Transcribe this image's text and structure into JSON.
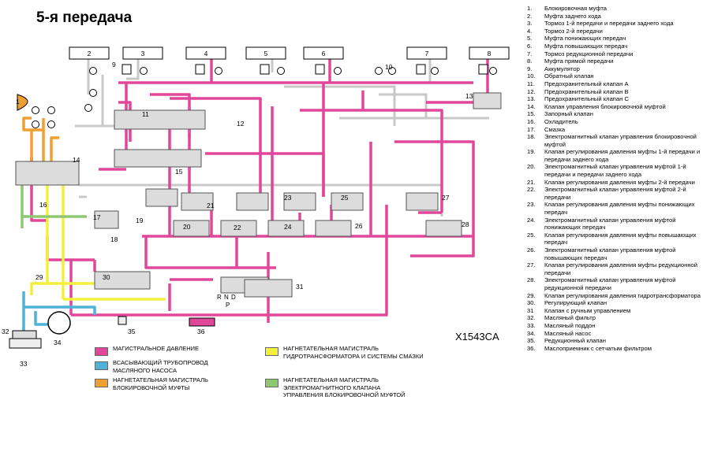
{
  "title": "5-я передача",
  "diagram_code": "X1543CA",
  "colors": {
    "main_pressure": "#e0479a",
    "suction": "#4fb3d9",
    "lockup_clutch": "#f0a030",
    "torque_lube": "#f2f03c",
    "solenoid_lockup": "#8ec870",
    "neutral": "#c8c8c8"
  },
  "box_labels": [
    "2",
    "3",
    "4",
    "5",
    "6",
    "7",
    "8"
  ],
  "diagram_numbers": [
    "1",
    "9",
    "10",
    "11",
    "12",
    "13",
    "14",
    "15",
    "16",
    "17",
    "18",
    "19",
    "20",
    "21",
    "22",
    "23",
    "24",
    "25",
    "26",
    "27",
    "28",
    "29",
    "30",
    "31",
    "32",
    "33",
    "34",
    "35",
    "36"
  ],
  "valve_positions": [
    "R",
    "N",
    "D",
    "P"
  ],
  "legend": [
    {
      "label": "МАГИСТРАЛЬНОЕ ДАВЛЕНИЕ",
      "color": "#e0479a"
    },
    {
      "label": "ВСАСЫВАЮЩИЙ ТРУБОПРОВОД\nМАСЛЯНОГО НАСОСА",
      "color": "#4fb3d9"
    },
    {
      "label": "НАГНЕТАТЕЛЬНАЯ МАГИСТРАЛЬ\nБЛОКИРОВОЧНОЙ МУФТЫ",
      "color": "#f0a030"
    },
    {
      "label": "НАГНЕТАТЕЛЬНАЯ МАГИСТРАЛЬ\nГИДРОТРАНСФОРМАТОРА И СИСТЕМЫ СМАЗКИ",
      "color": "#f2f03c"
    },
    {
      "label": "НАГНЕТАТЕЛЬНАЯ МАГИСТРАЛЬ\nЭЛЕКТРОМАГНИТНОГО КЛАПАНА\nУПРАВЛЕНИЯ БЛОКИРОВОЧНОЙ МУФТОЙ",
      "color": "#8ec870"
    }
  ],
  "parts": [
    {
      "n": "1.",
      "t": "Блокировочная муфта"
    },
    {
      "n": "2.",
      "t": "Муфта заднего хода"
    },
    {
      "n": "3.",
      "t": "Тормоз 1-й передачи и передачи заднего хода"
    },
    {
      "n": "4.",
      "t": "Тормоз 2-й передачи"
    },
    {
      "n": "5.",
      "t": "Муфта понижающих передач"
    },
    {
      "n": "6.",
      "t": "Муфта повышающих передач"
    },
    {
      "n": "7.",
      "t": "Тормоз редукционной передачи"
    },
    {
      "n": "8.",
      "t": "Муфта прямой передачи"
    },
    {
      "n": "9.",
      "t": "Аккумулятор"
    },
    {
      "n": "10.",
      "t": "Обратный клапан"
    },
    {
      "n": "11.",
      "t": "Предохранительный клапан А"
    },
    {
      "n": "12.",
      "t": "Предохранительный клапан В"
    },
    {
      "n": "13.",
      "t": "Предохранительный клапан С"
    },
    {
      "n": "14.",
      "t": "Клапан управления блокировочной муфтой"
    },
    {
      "n": "15.",
      "t": "Запорный клапан"
    },
    {
      "n": "16.",
      "t": "Охладитель"
    },
    {
      "n": "17.",
      "t": "Смазка"
    },
    {
      "n": "18.",
      "t": "Электромагнитный клапан управления блокировочной муфтой"
    },
    {
      "n": "19.",
      "t": "Клапан регулирования давления муфты 1-й передачи и передачи заднего хода"
    },
    {
      "n": "20.",
      "t": "Электромагнитный клапан управления муфтой 1-й передачи и передачи заднего хода"
    },
    {
      "n": "21.",
      "t": "Клапан регулирования давления муфты 2-й передачи"
    },
    {
      "n": "22.",
      "t": "Электромагнитный клапан управления муфтой 2-й передачи"
    },
    {
      "n": "23.",
      "t": "Клапан регулирования давления муфты понижающих передач"
    },
    {
      "n": "24.",
      "t": "Электромагнитный клапан управления муфтой понижающих передач"
    },
    {
      "n": "25.",
      "t": "Клапан регулирования давления муфты повышающих передач"
    },
    {
      "n": "26.",
      "t": "Электромагнитный клапан управления муфтой повышающих передач"
    },
    {
      "n": "27.",
      "t": "Клапан регулирования давления муфты редукционной передачи"
    },
    {
      "n": "28.",
      "t": "Электромагнитный клапан управления муфтой редукционной передачи"
    },
    {
      "n": "29.",
      "t": "Клапан регулирования давления гидротрансформатора"
    },
    {
      "n": "30.",
      "t": "Регулирующий клапан"
    },
    {
      "n": "31",
      "t": "Клапан с ручным управлением"
    },
    {
      "n": "32.",
      "t": "Масляный фильтр"
    },
    {
      "n": "33.",
      "t": "Масляный поддон"
    },
    {
      "n": "34.",
      "t": "Масляный насос"
    },
    {
      "n": "35.",
      "t": "Редукционный клапан"
    },
    {
      "n": "36.",
      "t": "Маслоприемник с сетчатым фильтром"
    }
  ]
}
